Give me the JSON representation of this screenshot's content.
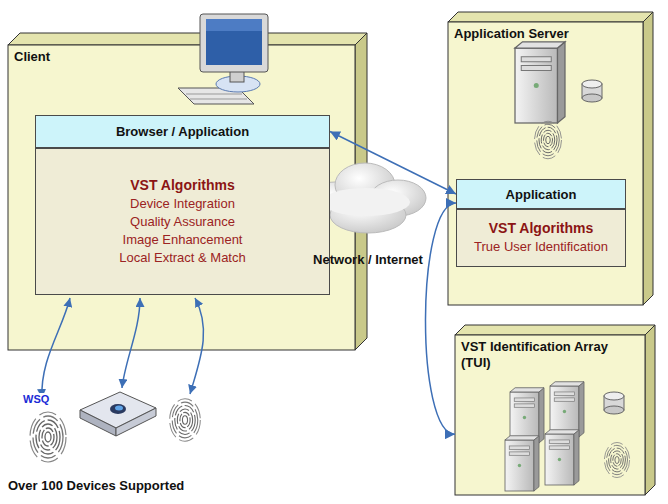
{
  "diagram": {
    "nodes": [
      {
        "text": [
          "Client"
        ]
      },
      {
        "text": [
          "Browser / Application"
        ],
        "in": 0
      },
      {
        "text": [
          "VST Algorithms",
          "Device Integration",
          "Quality Assurance",
          "Image Enhancement",
          "Local Extract & Match"
        ],
        "in": 0
      },
      {
        "text": [
          "Application Server"
        ]
      },
      {
        "text": [
          "Application"
        ],
        "in": 3
      },
      {
        "text": [
          "VST Algorithms",
          "True User Identification"
        ],
        "in": 3
      },
      {
        "text": [
          "VST Identification Array (TUI)"
        ]
      }
    ],
    "edges": [
      {
        "from": 1,
        "to": 4,
        "arrow": "both"
      },
      {
        "from": 4,
        "to": 6,
        "arrow": "both"
      }
    ],
    "labels": [
      "Network / Internet",
      "WSQ",
      "Over 100 Devices Supported"
    ]
  }
}
